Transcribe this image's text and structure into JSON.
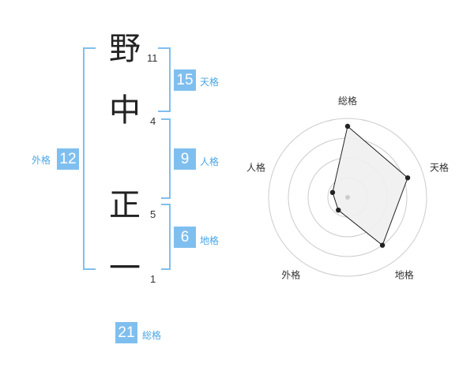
{
  "name": {
    "chars": [
      {
        "kanji": "野",
        "strokes": "11"
      },
      {
        "kanji": "中",
        "strokes": "4"
      },
      {
        "kanji": "正",
        "strokes": "5"
      },
      {
        "kanji": "一",
        "strokes": "1"
      }
    ]
  },
  "fortunes": {
    "tenkaku": {
      "value": "15",
      "label": "天格"
    },
    "jinkaku": {
      "value": "9",
      "label": "人格"
    },
    "chikaku": {
      "value": "6",
      "label": "地格"
    },
    "gaikaku": {
      "value": "12",
      "label": "外格"
    },
    "soukaku": {
      "value": "21",
      "label": "総格"
    }
  },
  "colors": {
    "accent": "#7fbfef",
    "label_text": "#4aa6e6"
  },
  "chart_data": {
    "type": "radar",
    "axes": [
      "総格",
      "天格",
      "地格",
      "外格",
      "人格"
    ],
    "values": [
      0.9,
      0.8,
      0.75,
      0.2,
      0.2
    ],
    "grid_rings": 4,
    "fill": "#f0f0f0",
    "line": "#222222"
  }
}
